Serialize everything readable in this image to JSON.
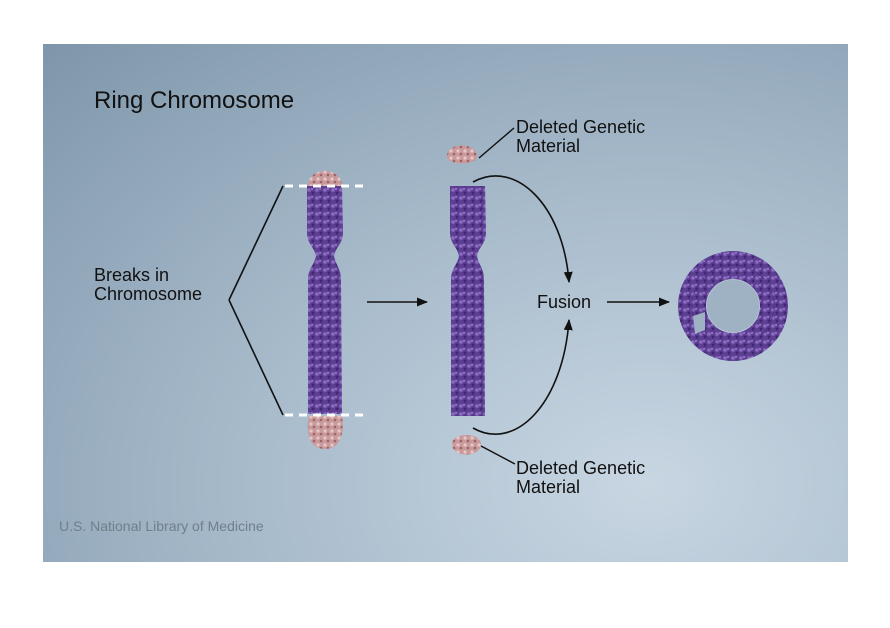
{
  "title": "Ring Chromosome",
  "labels": {
    "breaks": [
      "Breaks in",
      "Chromosome"
    ],
    "deleted_top": [
      "Deleted Genetic",
      "Material"
    ],
    "deleted_bottom": [
      "Deleted Genetic",
      "Material"
    ],
    "fusion": "Fusion"
  },
  "credit": "U.S. National Library of Medicine",
  "colors": {
    "chromosome": "#5e3f94",
    "chromosome_highlight": "#8a6cc0",
    "deleted_fragment": "#c99a9c",
    "arrow": "#111111"
  }
}
